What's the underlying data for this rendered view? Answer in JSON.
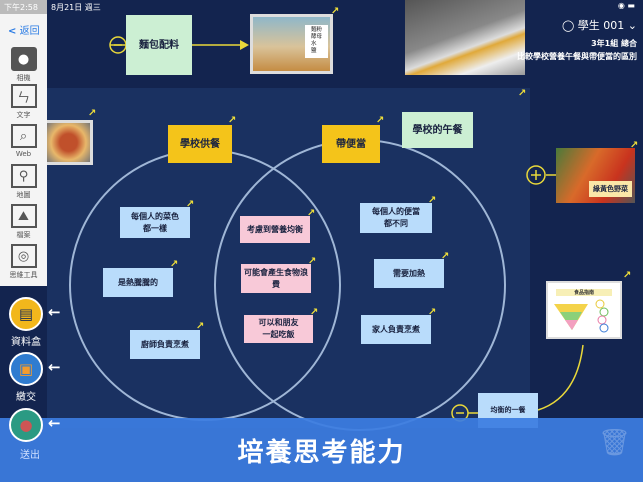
{
  "status_bar": {
    "time": "下午2:58",
    "date": "8月21日 週三"
  },
  "sidebar": {
    "back": "返回",
    "tools": [
      {
        "label": "相機",
        "icon": "camera-icon"
      },
      {
        "label": "文字",
        "icon": "text-icon"
      },
      {
        "label": "Web",
        "icon": "search-icon"
      },
      {
        "label": "地圖",
        "icon": "map-icon"
      },
      {
        "label": "檔案",
        "icon": "image-file-icon"
      },
      {
        "label": "思維工具",
        "icon": "venn-tool-icon"
      }
    ]
  },
  "left_actions": [
    {
      "label": "資料盒",
      "icon": "drawer-icon"
    },
    {
      "label": "繳交",
      "icon": "submit-person-icon"
    },
    {
      "label": "送出",
      "icon": "send-group-icon"
    }
  ],
  "header": {
    "user": "學生 001",
    "class": "3年1組 總合",
    "topic": "比較學校營養午餐與帶便當的區別"
  },
  "cards": {
    "bread": "麵包配料",
    "wheat_list": [
      "麵粉",
      "酵母",
      "水",
      "鹽"
    ],
    "school_meal": "學校供餐",
    "lunchbox": "帶便當",
    "school_lunch": "學校的午餐",
    "vegetables": "綠黃色野菜",
    "food_guide": "食品指南",
    "balanced": "均衡的一餐"
  },
  "venn": {
    "left": [
      "每個人的菜色\n都一樣",
      "是熱騰騰的",
      "廚師負責烹煮"
    ],
    "middle": [
      "考慮到營養均衡",
      "可能會產生食物浪\n費",
      "可以和朋友\n一起吃飯"
    ],
    "right": [
      "每個人的便當\n都不同",
      "需要加熱",
      "家人負責烹煮"
    ]
  },
  "banner": "培養思考能力",
  "colors": {
    "navy": "#13244f",
    "panel": "#1a3161",
    "accent": "#f1e03a",
    "banner": "#3c7de1"
  }
}
